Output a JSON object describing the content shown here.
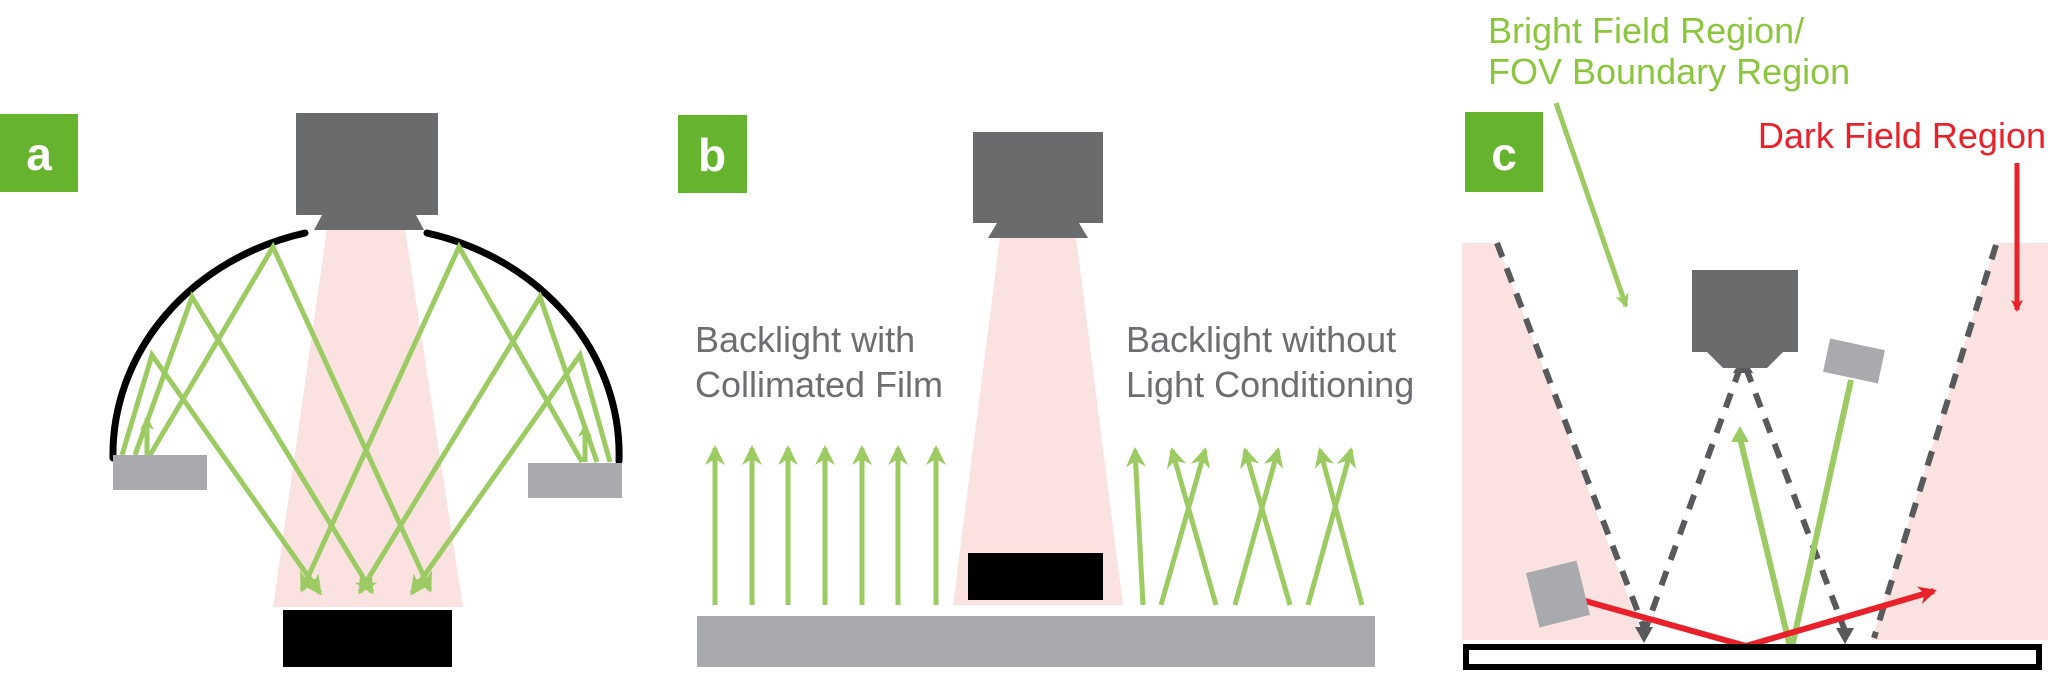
{
  "figure": {
    "panel_a": {
      "label": "a",
      "description_icons": [
        "dome-illuminator",
        "camera",
        "side-light",
        "sample"
      ]
    },
    "panel_b": {
      "label": "b",
      "caption_left": [
        "Backlight with",
        "Collimated Film"
      ],
      "caption_right": [
        "Backlight without",
        "Light Conditioning"
      ]
    },
    "panel_c": {
      "label": "c",
      "bright_field": [
        "Bright Field Region/",
        "FOV Boundary Region"
      ],
      "dark_field": "Dark Field Region"
    },
    "colors": {
      "label_box_green": "#66B32E",
      "heading_green": "#8CC63F",
      "ray_green": "#9BCB62",
      "red": "#E8212A",
      "pink": "#FAE2E1",
      "camera_gray": "#6A6B6D",
      "light_gray": "#A8AAAD",
      "caption_gray": "#6D6E71",
      "dash_gray": "#58595B",
      "black": "#000000"
    }
  }
}
